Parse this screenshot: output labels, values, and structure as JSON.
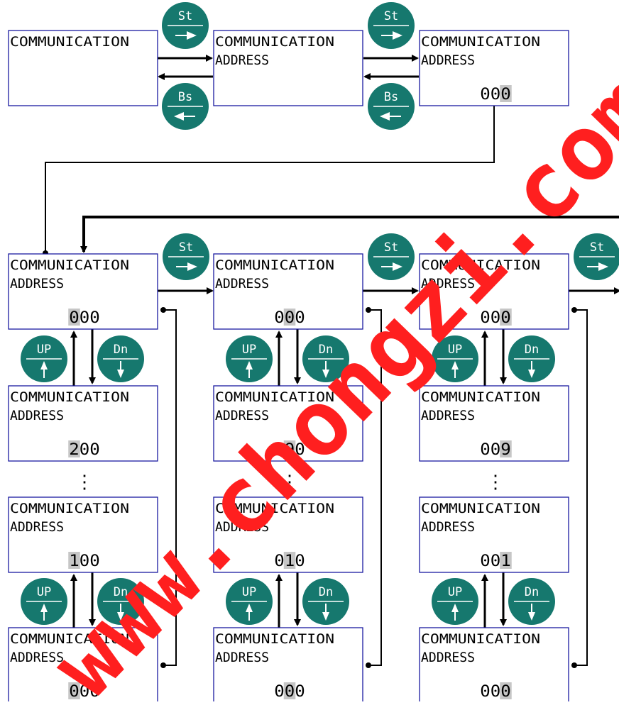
{
  "top_row": [
    {
      "line1": "COMMUNICATION",
      "line2": "",
      "value": ""
    },
    {
      "line1": "COMMUNICATION",
      "line2": "ADDRESS",
      "value": ""
    },
    {
      "line1": "COMMUNICATION",
      "line2": "ADDRESS",
      "value": "000"
    }
  ],
  "grid": [
    [
      {
        "line1": "COMMUNICATION",
        "line2": "ADDRESS",
        "value": "000"
      },
      {
        "line1": "COMMUNICATION",
        "line2": "ADDRESS",
        "value": "200"
      },
      {
        "line1": "COMMUNICATION",
        "line2": "ADDRESS",
        "value": "100"
      },
      {
        "line1": "COMMUNICATION",
        "line2": "ADDRESS",
        "value": "000"
      }
    ],
    [
      {
        "line1": "COMMUNICATION",
        "line2": "ADDRESS",
        "value": "000"
      },
      {
        "line1": "COMMUNICATION",
        "line2": "ADDRESS",
        "value": "090"
      },
      {
        "line1": "COMMUNICATION",
        "line2": "ADDRESS",
        "value": "010"
      },
      {
        "line1": "COMMUNICATION",
        "line2": "ADDRESS",
        "value": "000"
      }
    ],
    [
      {
        "line1": "COMMUNICATION",
        "line2": "ADDRESS",
        "value": "000"
      },
      {
        "line1": "COMMUNICATION",
        "line2": "ADDRESS",
        "value": "009"
      },
      {
        "line1": "COMMUNICATION",
        "line2": "ADDRESS",
        "value": "001"
      },
      {
        "line1": "COMMUNICATION",
        "line2": "ADDRESS",
        "value": "000"
      }
    ]
  ],
  "keys": {
    "set": "St",
    "back": "Bs",
    "up": "UP",
    "down": "Dn"
  },
  "ellipsis": "⋮",
  "watermark": "www.chongzi.com",
  "colors": {
    "box_border": "#1a1aa0",
    "key_fill": "#16786e",
    "digit_highlight": "#c6c6c6",
    "watermark": "#ff1f1f",
    "line": "#000000"
  }
}
